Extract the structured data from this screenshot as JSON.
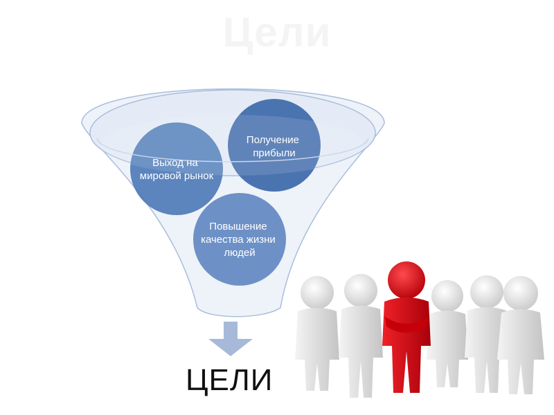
{
  "header": {
    "title": "Цели"
  },
  "funnel": {
    "items": [
      {
        "label_lines": [
          "Выход на",
          "мировой рынок"
        ]
      },
      {
        "label_lines": [
          "Получение",
          "прибыли"
        ]
      },
      {
        "label_lines": [
          "Повышение",
          "качества жизни",
          "людей"
        ]
      }
    ]
  },
  "footer": {
    "goals_label": "ЦЕЛИ"
  },
  "colors": {
    "circle_dark": "#4f7bb7",
    "circle_light": "#8eaad6",
    "funnel_fill": "#eef2f9",
    "funnel_stroke": "#a9bddc",
    "arrow": "#a6b9d8",
    "leader": "#e0141a",
    "people": "#e2e2e2"
  },
  "people": {
    "icon": "people-group-icon",
    "leader_icon": "red-leader-icon"
  }
}
